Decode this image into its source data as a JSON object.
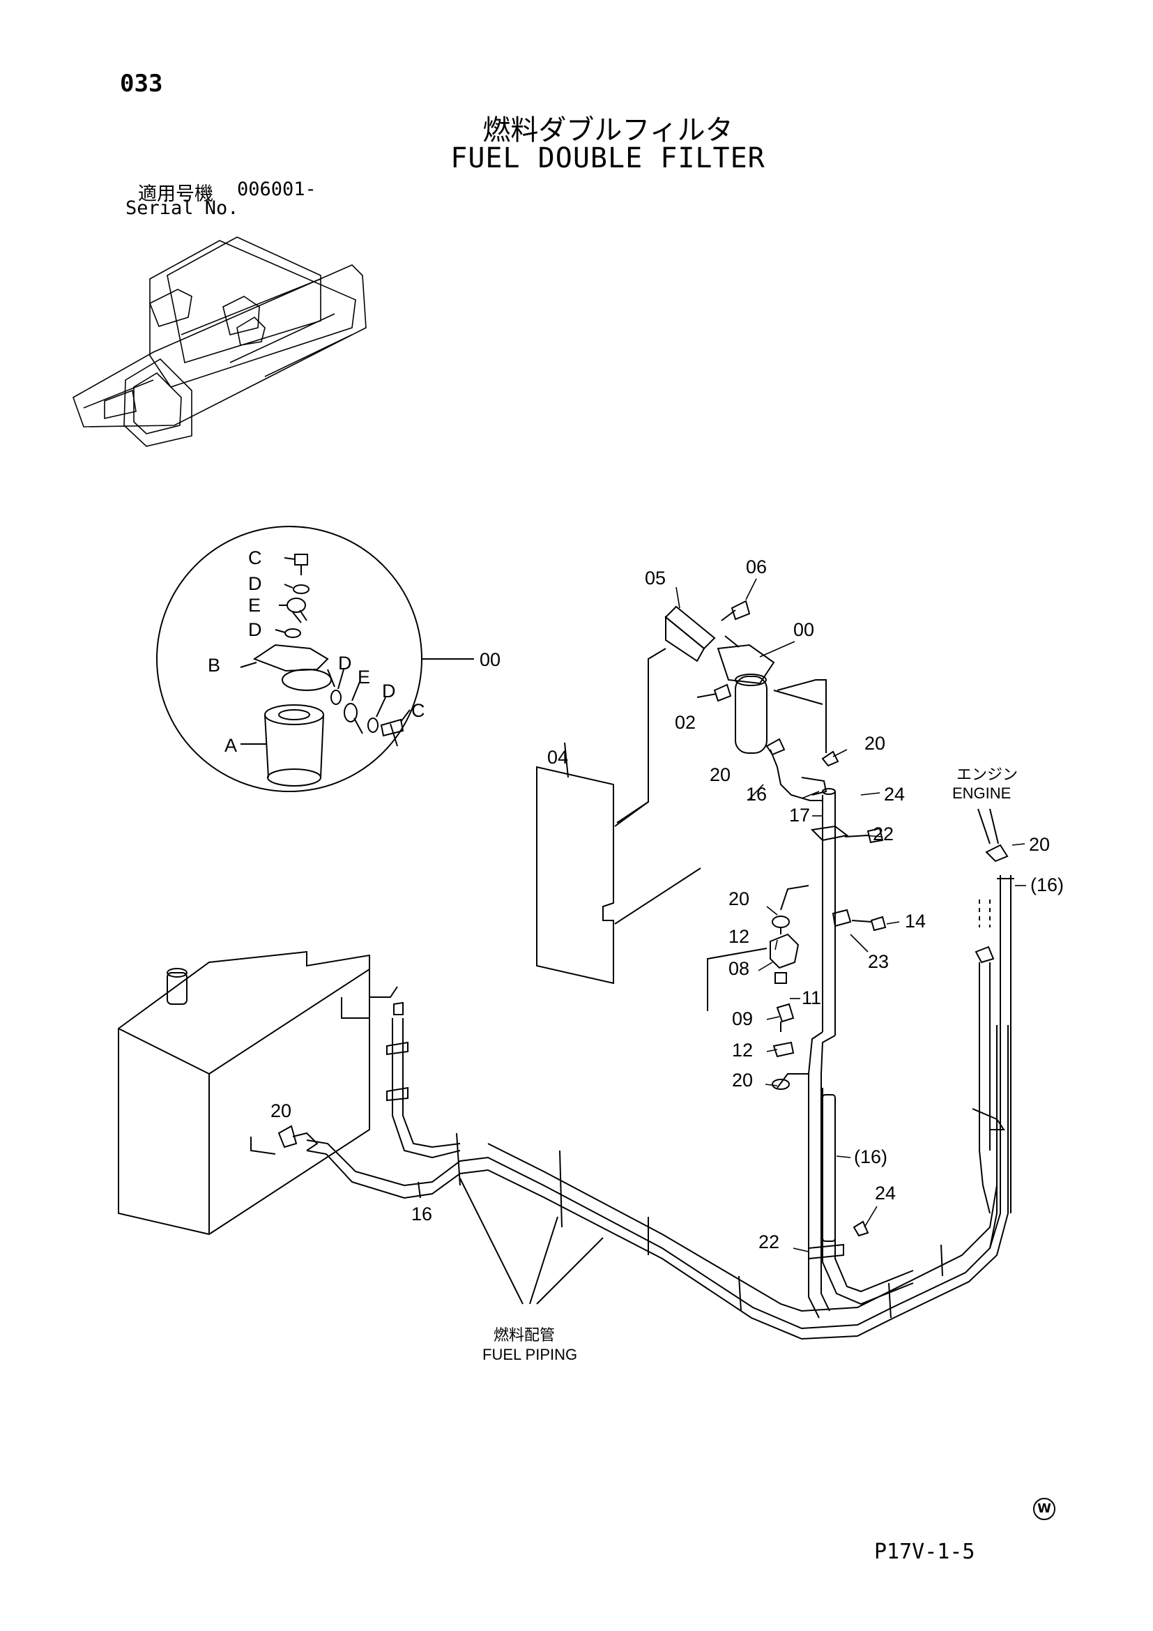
{
  "page_number": "033",
  "title_jp": "燃料ダブルフィルタ",
  "title_en": "FUEL DOUBLE FILTER",
  "serial": {
    "label_jp": "適用号機",
    "label_en": "Serial No.",
    "value": "006001-"
  },
  "callouts": {
    "c1": "C",
    "d1": "D",
    "e1": "E",
    "d2": "D",
    "b": "B",
    "d3": "D",
    "e2": "E",
    "d4": "D",
    "c2": "C",
    "a": "A",
    "p00_circle": "00",
    "p05": "05",
    "p06": "06",
    "p00": "00",
    "p02": "02",
    "p04": "04",
    "p20_a": "20",
    "p20_b": "20",
    "p16_a": "16",
    "p17": "17",
    "p24_a": "24",
    "p22_a": "22",
    "p20_c": "20",
    "p16_paren_a": "(16)",
    "p20_d": "20",
    "p14": "14",
    "p12_a": "12",
    "p23": "23",
    "p08": "08",
    "p11": "11",
    "p09": "09",
    "p12_b": "12",
    "p20_e": "20",
    "p16_paren_b": "(16)",
    "p24_b": "24",
    "p22_b": "22",
    "p20_f": "20",
    "p16_b": "16"
  },
  "labels": {
    "engine_jp": "エンジン",
    "engine_en": "ENGINE",
    "piping_jp": "燃料配管",
    "piping_en": "FUEL PIPING"
  },
  "footer_code": "P17V-1-5",
  "w_mark": "W"
}
